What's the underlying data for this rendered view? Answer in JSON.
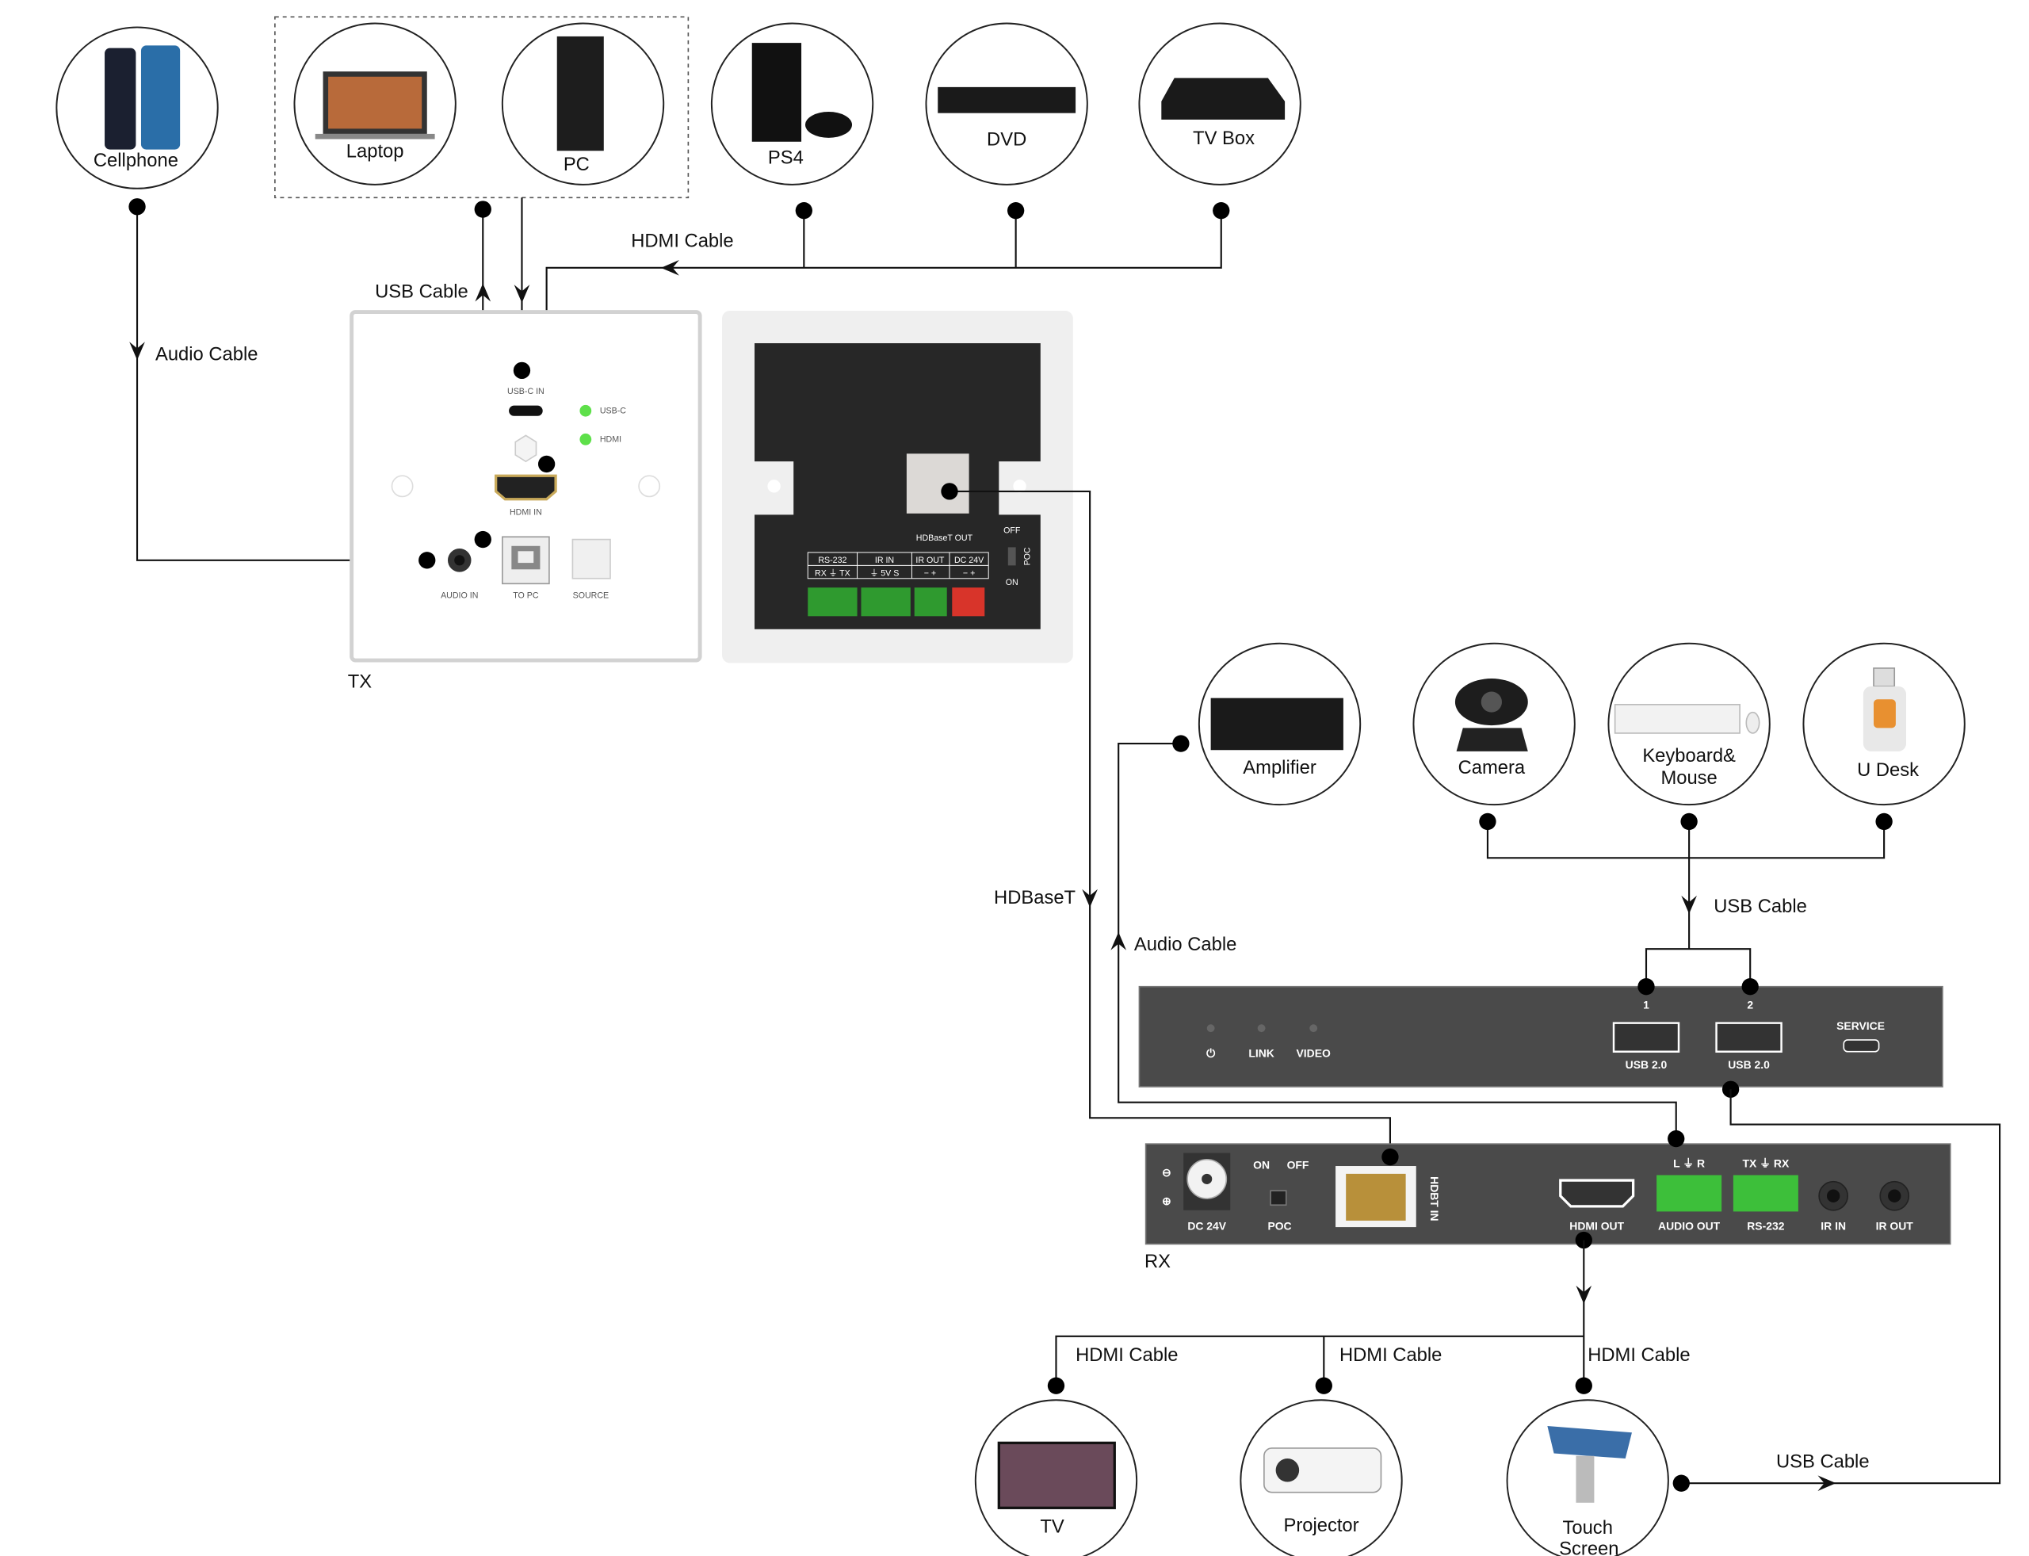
{
  "sources": {
    "cellphone": "Cellphone",
    "laptop": "Laptop",
    "pc": "PC",
    "ps4": "PS4",
    "dvd": "DVD",
    "tvbox": "TV Box"
  },
  "usb_devices": {
    "amplifier": "Amplifier",
    "camera": "Camera",
    "keyboard_l1": "Keyboard&",
    "keyboard_l2": "Mouse",
    "udesk": "U Desk"
  },
  "displays": {
    "tv": "TV",
    "projector": "Projector",
    "touch_l1": "Touch",
    "touch_l2": "Screen"
  },
  "cables": {
    "audio_tx": "Audio Cable",
    "usb_tx": "USB Cable",
    "hdmi_tx": "HDMI Cable",
    "hdbaset": "HDBaseT",
    "audio_rx": "Audio Cable",
    "usb_rx": "USB Cable",
    "hdmi_1": "HDMI Cable",
    "hdmi_2": "HDMI Cable",
    "hdmi_3": "HDMI Cable",
    "usb_out": "USB Cable"
  },
  "tx": {
    "label": "TX",
    "usbc_in": "USB-C IN",
    "led_usbc": "USB-C",
    "led_hdmi": "HDMI",
    "hdmi_in": "HDMI IN",
    "audio_in": "AUDIO IN",
    "to_pc": "TO PC",
    "source": "SOURCE",
    "back": {
      "hdbaset_out": "HDBaseT OUT",
      "off": "OFF",
      "on": "ON",
      "poc": "POC",
      "rs232": "RS-232",
      "ir_in": "IR IN",
      "ir_out": "IR OUT",
      "dc24": "DC 24V",
      "rs232_pins": "RX ⏚ TX",
      "irin_pins": "⏚ 5V S",
      "irout_pins": "− +",
      "dc_pins": "− +"
    },
    "led_color": "#5ee04a"
  },
  "rx": {
    "label": "RX",
    "front": {
      "link": "LINK",
      "video": "VIDEO",
      "usb1_num": "1",
      "usb2_num": "2",
      "usb1": "USB 2.0",
      "usb2": "USB 2.0",
      "service": "SERVICE"
    },
    "rear": {
      "dc24": "DC 24V",
      "on": "ON",
      "off": "OFF",
      "poc": "POC",
      "hdbt_in": "HDBT IN",
      "hdmi_out": "HDMI OUT",
      "audio_pins": "L ⏚ R",
      "audio_out": "AUDIO OUT",
      "rs232_pins": "TX ⏚ RX",
      "rs232": "RS-232",
      "ir_in": "IR IN",
      "ir_out": "IR OUT"
    },
    "terminal_color": "#3dbf3a",
    "panel_color": "#4a4a4a"
  }
}
